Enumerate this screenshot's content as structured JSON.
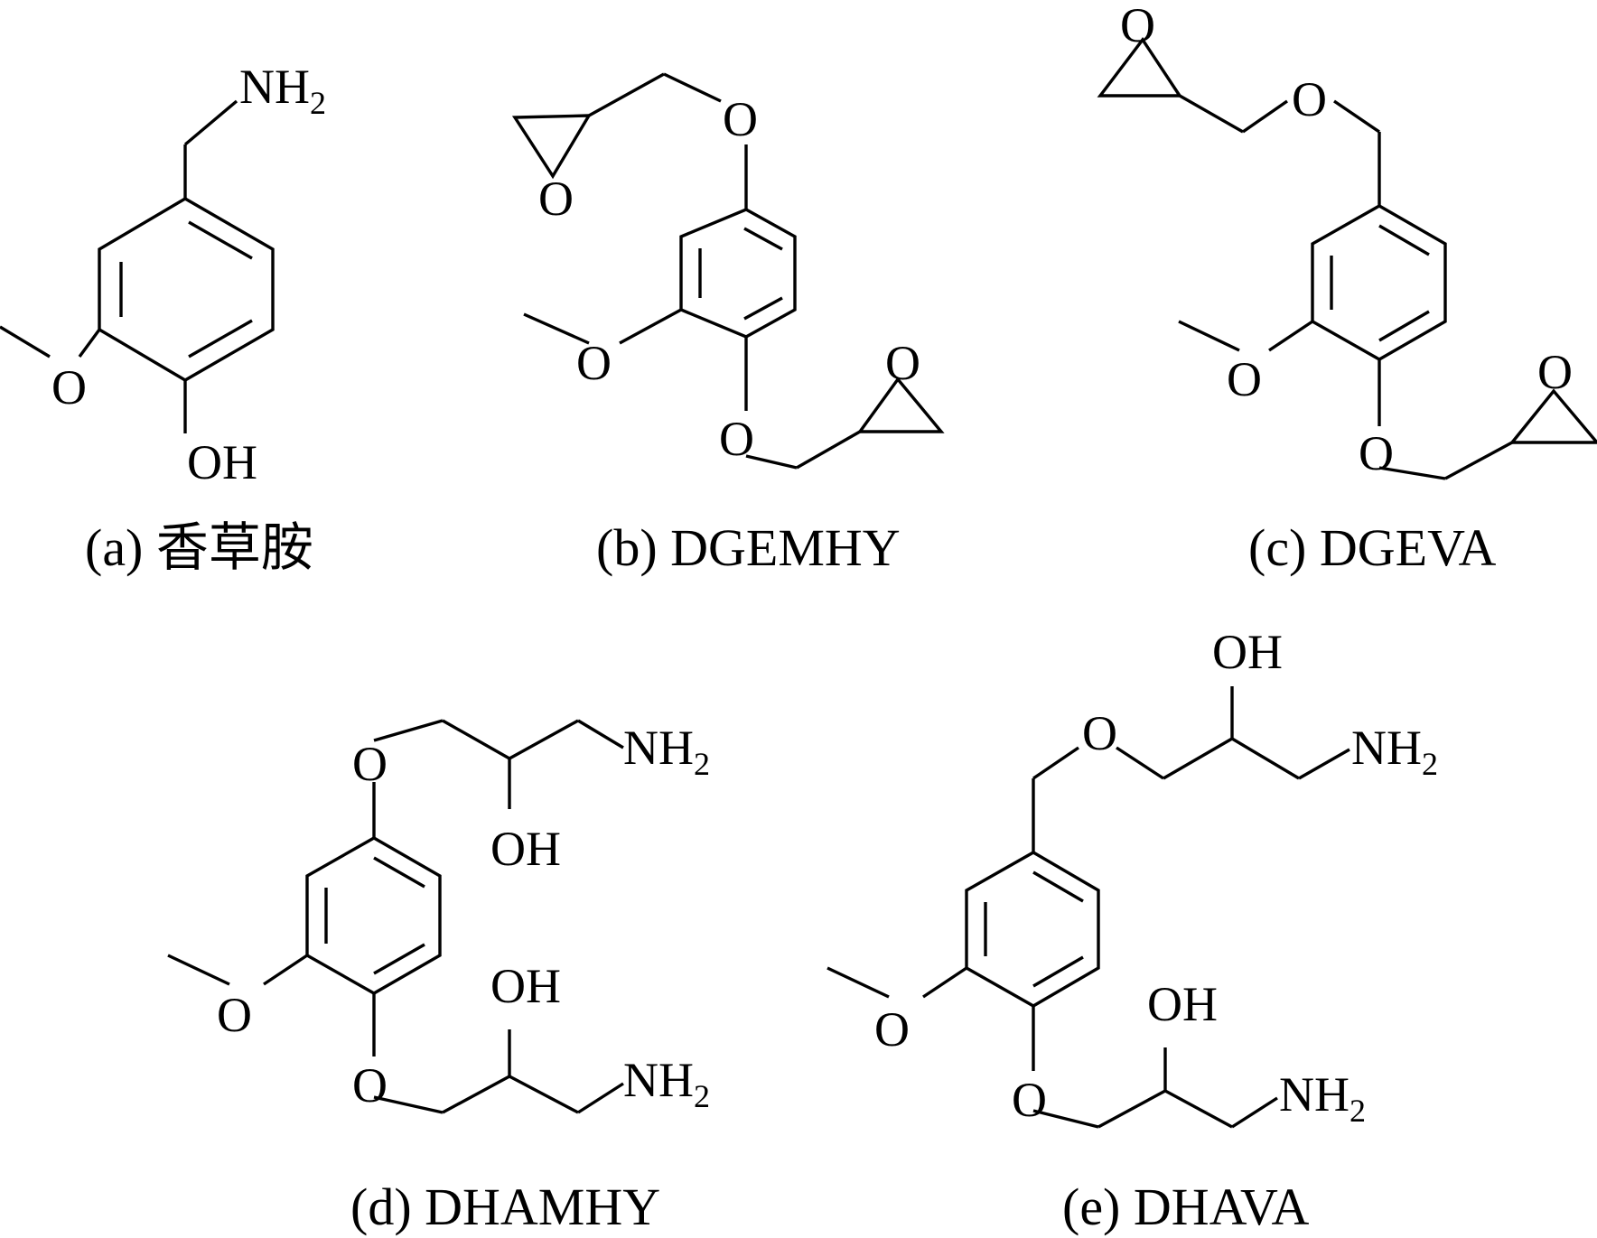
{
  "structures": [
    {
      "id": "a",
      "caption": "(a) 香草胺",
      "atom_labels": [
        {
          "text": "NH",
          "sub": "2"
        },
        {
          "text": "O",
          "sub": ""
        },
        {
          "text": "OH",
          "sub": ""
        }
      ]
    },
    {
      "id": "b",
      "caption": "(b) DGEMHY",
      "atom_labels": [
        {
          "text": "O",
          "sub": ""
        },
        {
          "text": "O",
          "sub": ""
        },
        {
          "text": "O",
          "sub": ""
        },
        {
          "text": "O",
          "sub": ""
        },
        {
          "text": "O",
          "sub": ""
        }
      ]
    },
    {
      "id": "c",
      "caption": "(c) DGEVA",
      "atom_labels": [
        {
          "text": "O",
          "sub": ""
        },
        {
          "text": "O",
          "sub": ""
        },
        {
          "text": "O",
          "sub": ""
        },
        {
          "text": "O",
          "sub": ""
        },
        {
          "text": "O",
          "sub": ""
        }
      ]
    },
    {
      "id": "d",
      "caption": "(d) DHAMHY",
      "atom_labels": [
        {
          "text": "O",
          "sub": ""
        },
        {
          "text": "NH",
          "sub": "2"
        },
        {
          "text": "OH",
          "sub": ""
        },
        {
          "text": "O",
          "sub": ""
        },
        {
          "text": "OH",
          "sub": ""
        },
        {
          "text": "O",
          "sub": ""
        },
        {
          "text": "NH",
          "sub": "2"
        }
      ]
    },
    {
      "id": "e",
      "caption": "(e) DHAVA",
      "atom_labels": [
        {
          "text": "OH",
          "sub": ""
        },
        {
          "text": "O",
          "sub": ""
        },
        {
          "text": "NH",
          "sub": "2"
        },
        {
          "text": "O",
          "sub": ""
        },
        {
          "text": "OH",
          "sub": ""
        },
        {
          "text": "O",
          "sub": ""
        },
        {
          "text": "NH",
          "sub": "2"
        }
      ]
    }
  ]
}
